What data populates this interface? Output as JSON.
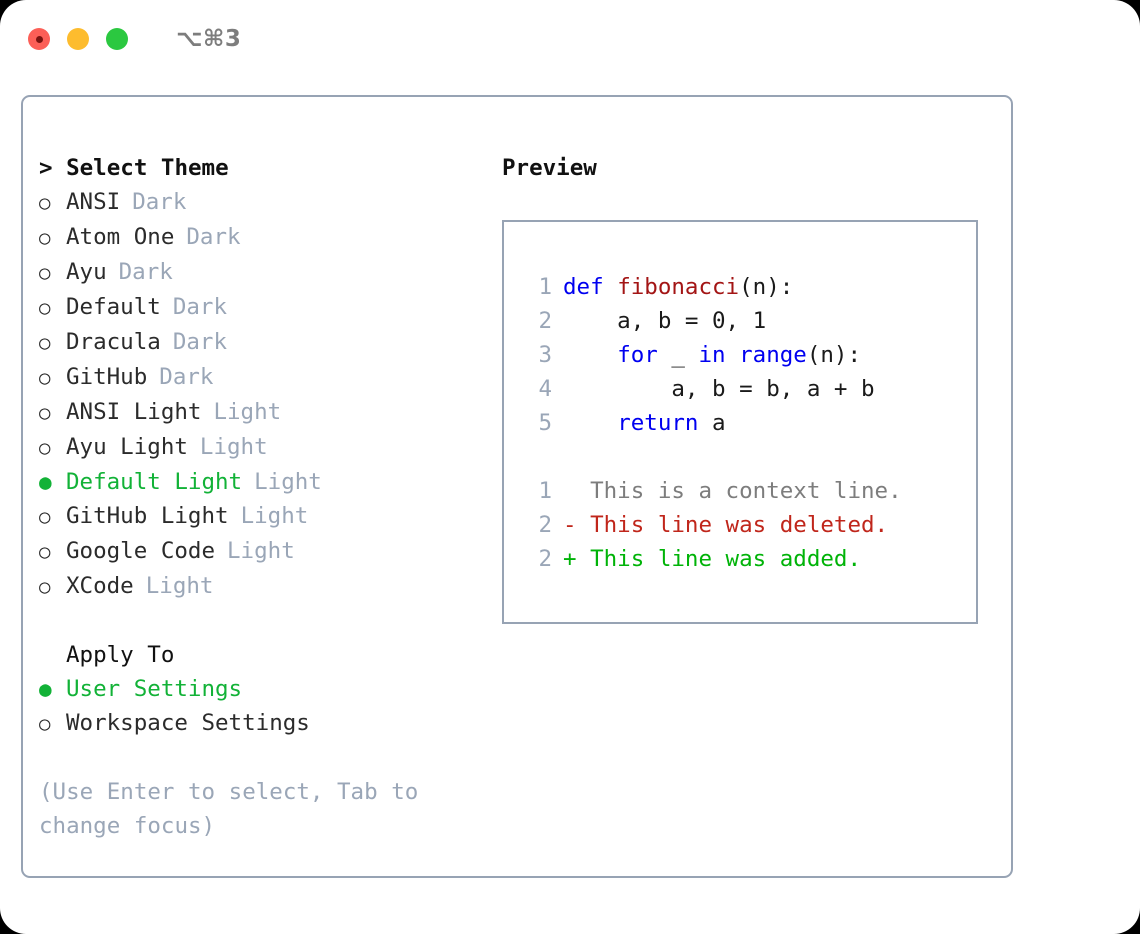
{
  "titlebar": {
    "dots": [
      {
        "name": "close",
        "color": "#fc5f57"
      },
      {
        "name": "minimize",
        "color": "#fdbc2e"
      },
      {
        "name": "zoom",
        "color": "#2bc840"
      }
    ],
    "shortcut": "⌥⌘3"
  },
  "theme_picker": {
    "header": "> Select Theme",
    "items": [
      {
        "marker": "○",
        "label": "ANSI",
        "tag": "Dark",
        "selected": false
      },
      {
        "marker": "○",
        "label": "Atom One",
        "tag": "Dark",
        "selected": false
      },
      {
        "marker": "○",
        "label": "Ayu",
        "tag": "Dark",
        "selected": false
      },
      {
        "marker": "○",
        "label": "Default",
        "tag": "Dark",
        "selected": false
      },
      {
        "marker": "○",
        "label": "Dracula",
        "tag": "Dark",
        "selected": false
      },
      {
        "marker": "○",
        "label": "GitHub",
        "tag": "Dark",
        "selected": false
      },
      {
        "marker": "○",
        "label": "ANSI Light",
        "tag": "Light",
        "selected": false
      },
      {
        "marker": "○",
        "label": "Ayu Light",
        "tag": "Light",
        "selected": false
      },
      {
        "marker": "●",
        "label": "Default Light",
        "tag": "Light",
        "selected": true
      },
      {
        "marker": "○",
        "label": "GitHub Light",
        "tag": "Light",
        "selected": false
      },
      {
        "marker": "○",
        "label": "Google Code",
        "tag": "Light",
        "selected": false
      },
      {
        "marker": "○",
        "label": "XCode",
        "tag": "Light",
        "selected": false
      }
    ]
  },
  "apply_to": {
    "header": "Apply To",
    "items": [
      {
        "marker": "●",
        "label": "User Settings",
        "selected": true
      },
      {
        "marker": "○",
        "label": "Workspace Settings",
        "selected": false
      }
    ]
  },
  "hint": "(Use Enter to select, Tab to change focus)",
  "preview": {
    "title": "Preview",
    "code_lines": [
      {
        "no": "1",
        "tokens": [
          {
            "t": "def",
            "c": "kw"
          },
          {
            "t": " ",
            "c": "pl"
          },
          {
            "t": "fibonacci",
            "c": "fn"
          },
          {
            "t": "(n):",
            "c": "pl"
          }
        ]
      },
      {
        "no": "2",
        "tokens": [
          {
            "t": "    a, b = 0, 1",
            "c": "pl"
          }
        ]
      },
      {
        "no": "3",
        "tokens": [
          {
            "t": "    ",
            "c": "pl"
          },
          {
            "t": "for",
            "c": "kw"
          },
          {
            "t": " _ ",
            "c": "pl"
          },
          {
            "t": "in",
            "c": "kw"
          },
          {
            "t": " ",
            "c": "pl"
          },
          {
            "t": "range",
            "c": "kw"
          },
          {
            "t": "(n):",
            "c": "pl"
          }
        ]
      },
      {
        "no": "4",
        "tokens": [
          {
            "t": "        a, b = b, a + b",
            "c": "pl"
          }
        ]
      },
      {
        "no": "5",
        "tokens": [
          {
            "t": "    ",
            "c": "pl"
          },
          {
            "t": "return",
            "c": "kw"
          },
          {
            "t": " a",
            "c": "pl"
          }
        ]
      }
    ],
    "diff_lines": [
      {
        "no": "1",
        "text": "  This is a context line.",
        "kind": "ctx"
      },
      {
        "no": "2",
        "text": "- This line was deleted.",
        "kind": "del"
      },
      {
        "no": "2",
        "text": "+ This line was added.",
        "kind": "add"
      }
    ]
  },
  "colors": {
    "accent_green": "#12b237",
    "muted": "#9aa6b7",
    "border": "#97a3b4",
    "keyword_blue": "#0000f0",
    "function_red": "#a31515",
    "diff_delete": "#c0261b",
    "diff_add": "#00b308"
  }
}
